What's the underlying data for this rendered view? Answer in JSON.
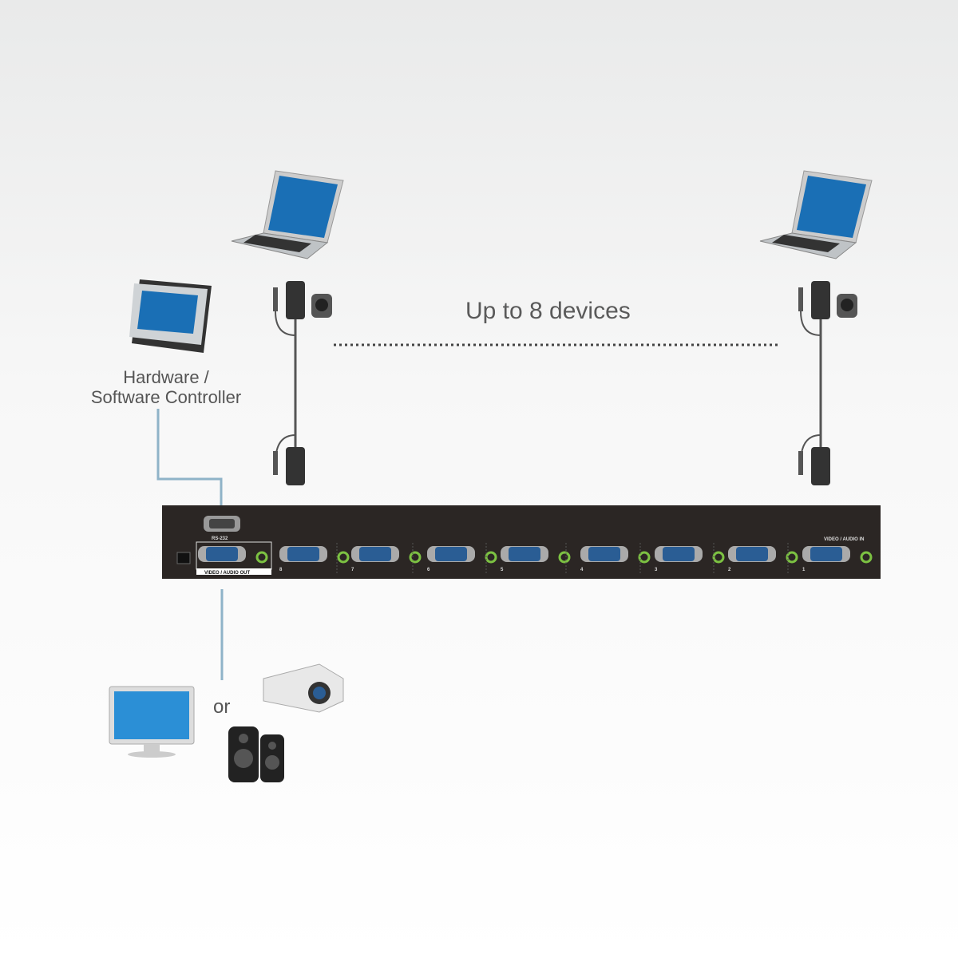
{
  "label_devices": "Up to 8 devices",
  "controller_label_line1": "Hardware /",
  "controller_label_line2": "Software Controller",
  "or_label": "or",
  "switch": {
    "rs232_label": "RS-232",
    "out_label": "VIDEO / AUDIO OUT",
    "in_label": "VIDEO / AUDIO IN",
    "ports": [
      "8",
      "7",
      "6",
      "5",
      "4",
      "3",
      "2",
      "1"
    ]
  },
  "colors": {
    "panel": "#2b2624",
    "vga": "#2a5d94",
    "jack": "#7cc242",
    "line": "#8fb3c8"
  }
}
